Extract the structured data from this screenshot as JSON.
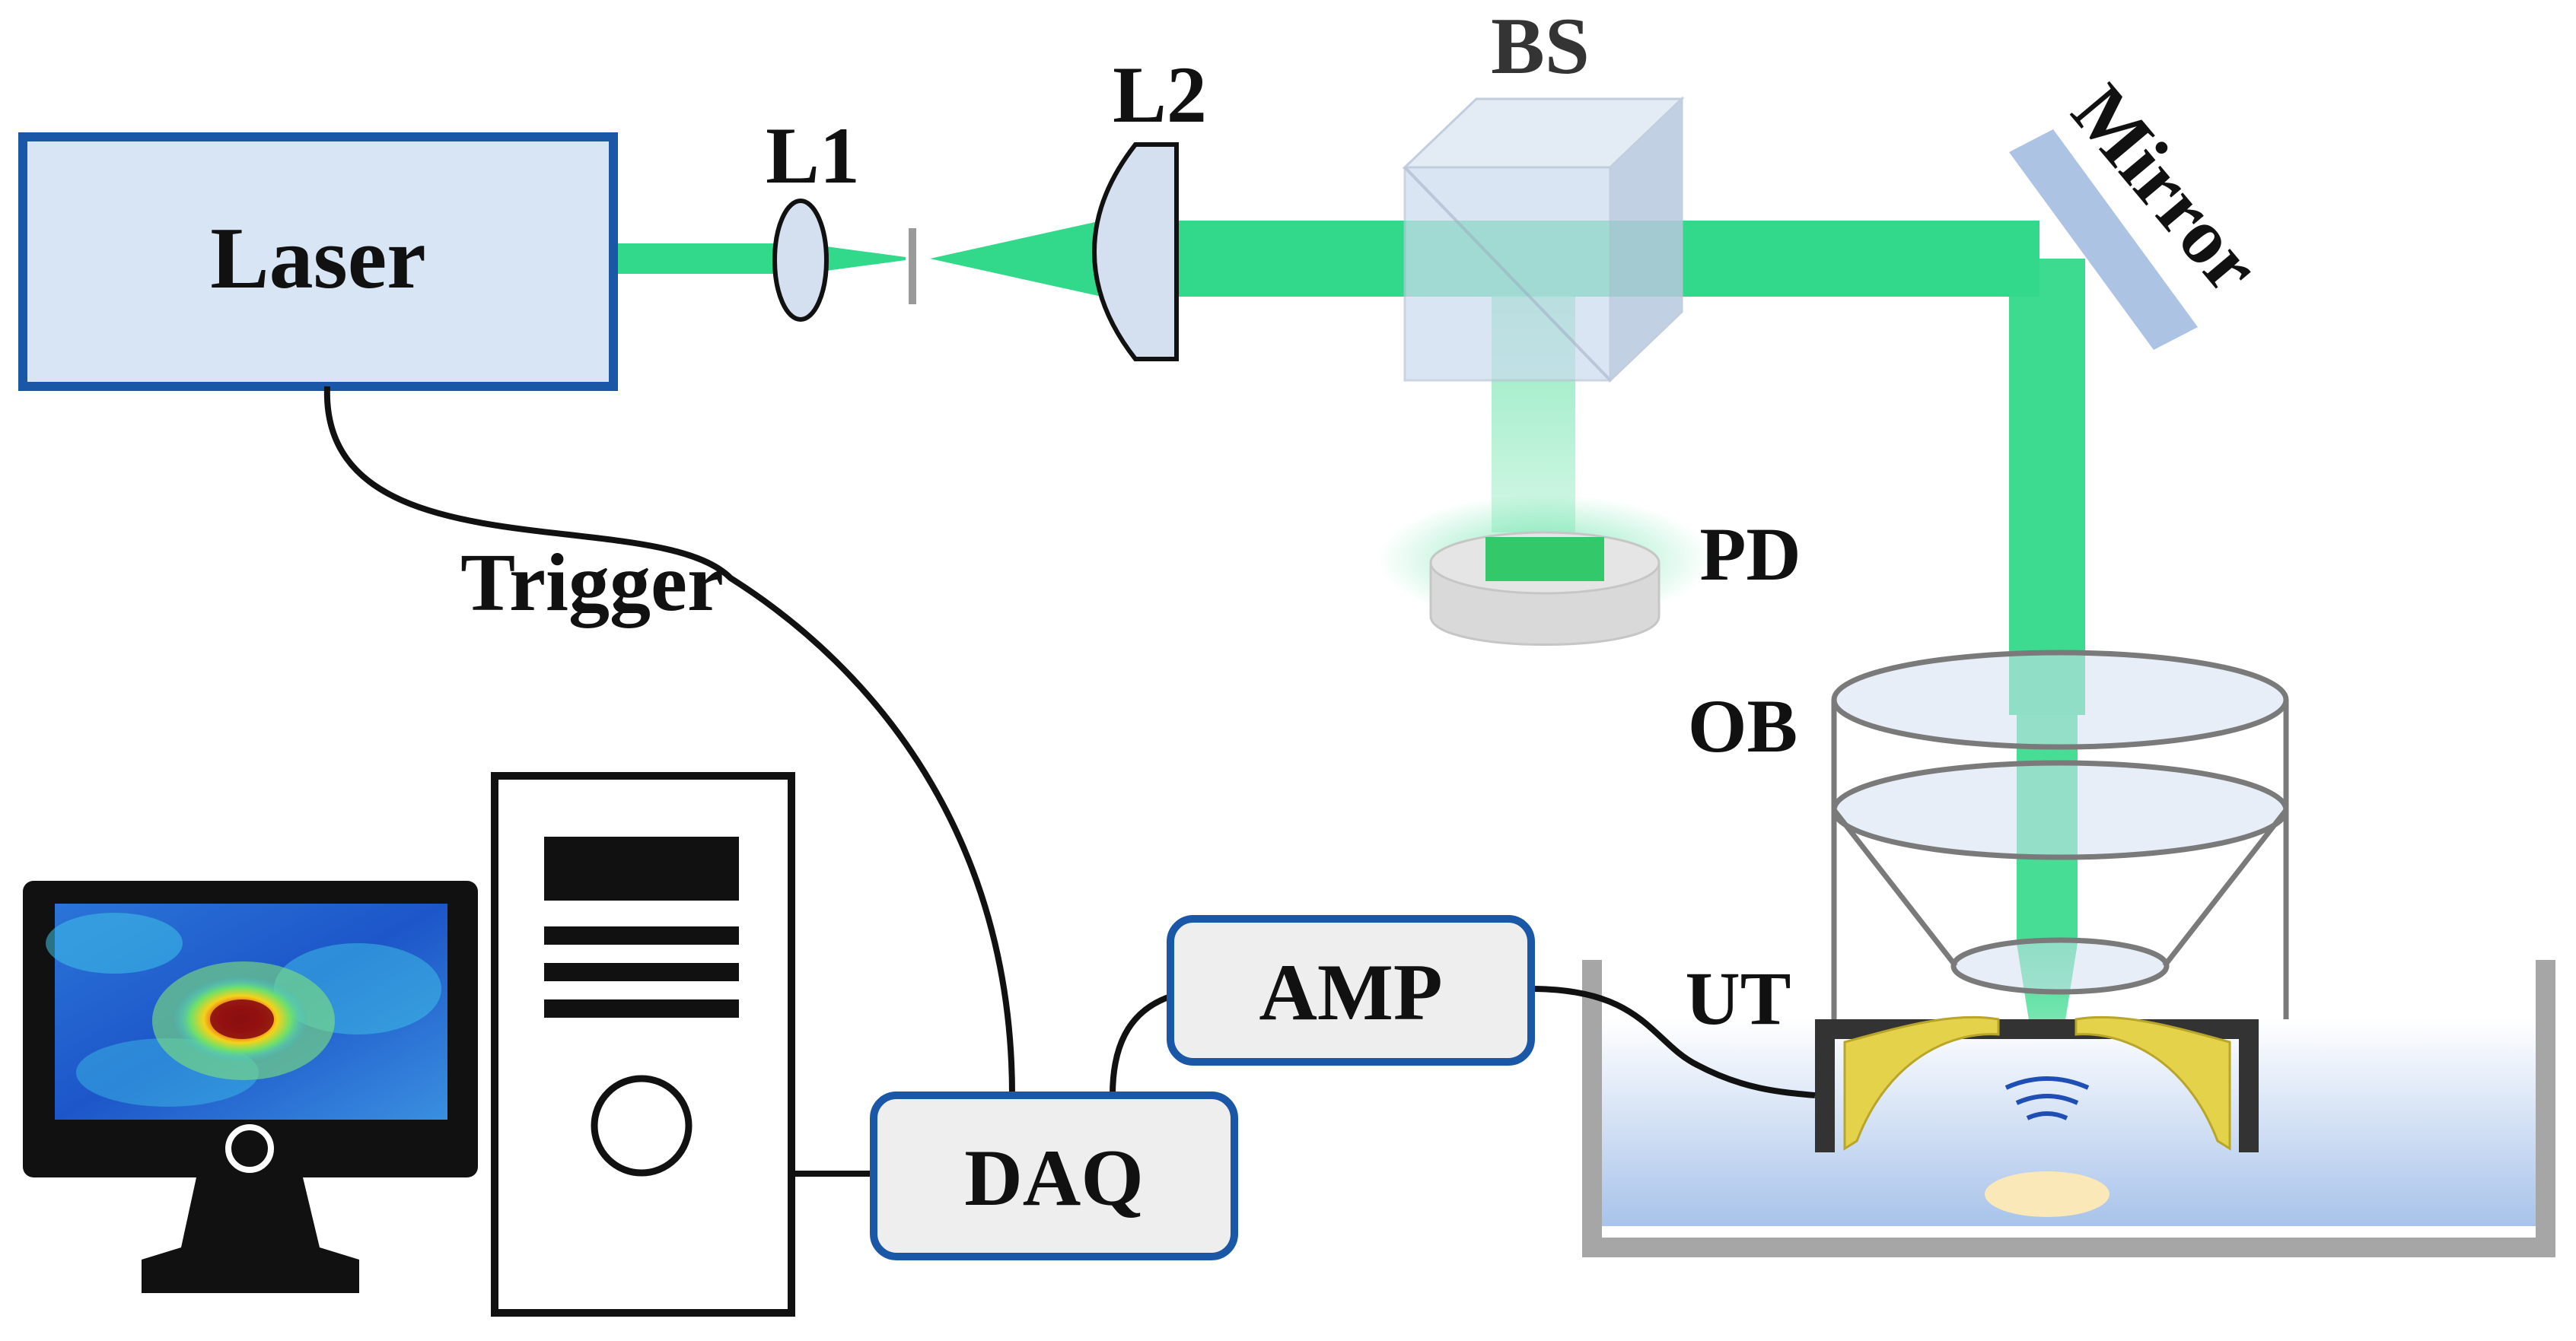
{
  "labels": {
    "laser": "Laser",
    "l1": "L1",
    "l2": "L2",
    "bs": "BS",
    "mirror": "Mirror",
    "pd": "PD",
    "ob": "OB",
    "trigger": "Trigger",
    "amp": "AMP",
    "ut": "UT",
    "daq": "DAQ"
  },
  "colors": {
    "beam": "#33d98a",
    "box_fill": "#d7e5f5",
    "box_border": "#1a57a6",
    "module_fill": "#eeeeee",
    "lens_fill": "#d4e0f0",
    "transducer": "#e3d24a",
    "water_top": "#ffffff",
    "water_bottom": "#a8c3ea",
    "tank": "#a6a6a6",
    "sample": "#fbe8b8",
    "wave": "#1f4fb4"
  }
}
